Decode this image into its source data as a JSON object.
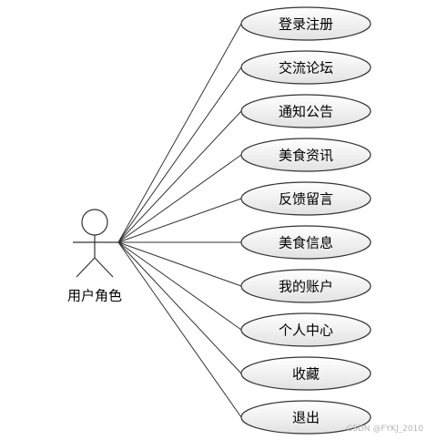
{
  "actor": {
    "label": "用户角色"
  },
  "use_cases": [
    {
      "label": "登录注册"
    },
    {
      "label": "交流论坛"
    },
    {
      "label": "通知公告"
    },
    {
      "label": "美食资讯"
    },
    {
      "label": "反馈留言"
    },
    {
      "label": "美食信息"
    },
    {
      "label": "我的账户"
    },
    {
      "label": "个人中心"
    },
    {
      "label": "收藏"
    },
    {
      "label": "退出"
    }
  ],
  "watermark": "CSDN @FYKJ_2010",
  "colors": {
    "ellipse_fill": "#ececec",
    "stroke": "#333333"
  }
}
